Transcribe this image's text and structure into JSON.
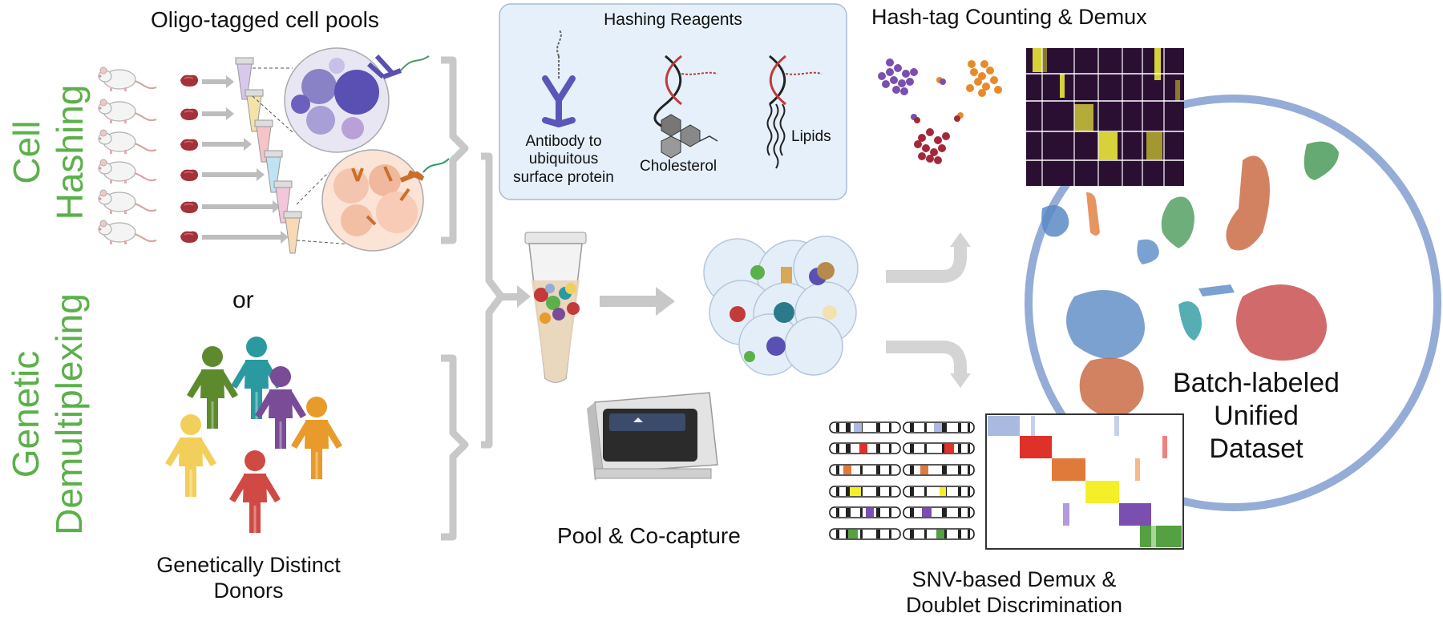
{
  "sections": {
    "cell_hashing_title": "Cell Hashing",
    "cell_hashing_lines": [
      "Cell",
      "Hashing"
    ],
    "genetic_title_lines": [
      "Genetic",
      "Demultiplexing"
    ],
    "or_text": "or"
  },
  "labels": {
    "oligo_pools": "Oligo-tagged cell pools",
    "donors_line1": "Genetically Distinct",
    "donors_line2": "Donors",
    "reagents_title": "Hashing Reagents",
    "antibody_line1": "Antibody to",
    "antibody_line2": "ubiquitous",
    "antibody_line3": "surface protein",
    "cholesterol": "Cholesterol",
    "lipids": "Lipids",
    "pool_capture": "Pool & Co-capture",
    "hashtag_title": "Hash-tag Counting & Demux",
    "snv_line1": "SNV-based Demux &",
    "snv_line2": "Doublet Discrimination",
    "batch_line1": "Batch-labeled",
    "batch_line2": "Unified",
    "batch_line3": "Dataset"
  },
  "colors": {
    "section_green": "#5bb04a",
    "bracket_gray": "#c8c8c8",
    "arrow_gray": "#bdbdbd",
    "ring_blue": "#94acd6",
    "reagent_box": "#e5f0fa",
    "heatmap_bg": "#2a0f33",
    "heatmap_hot": "#d7d23a",
    "donor_colors": [
      "#5e8a2e",
      "#2a9aa0",
      "#7a4b96",
      "#e89a2a",
      "#f2cf5a",
      "#cf4a44"
    ],
    "snv_colors": [
      "#a9b9e0",
      "#e0302a",
      "#e07a3a",
      "#f5ef2a",
      "#7a4fb0",
      "#55a040"
    ]
  },
  "icons": [
    "mouse-icon",
    "tissue-icon",
    "tube-icon",
    "cell-pool-icon",
    "person-icon",
    "antibody-icon",
    "dna-icon",
    "cholesterol-icon",
    "lipid-icon",
    "droplet-cluster-icon",
    "sequencer-icon",
    "chromosome-icon",
    "tsne-plot",
    "heatmap",
    "ring"
  ]
}
